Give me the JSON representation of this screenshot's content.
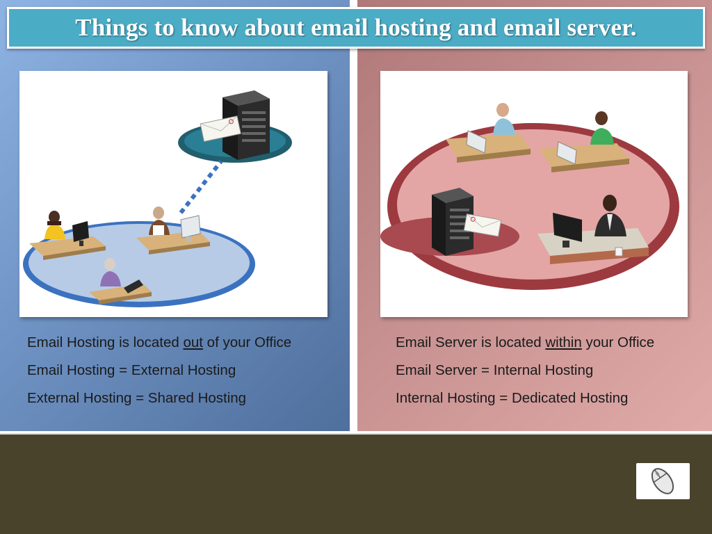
{
  "title": "Things to know about email hosting and email server.",
  "left": {
    "line1": {
      "before": "Email Hosting is located ",
      "emphasis": "out",
      "after": " of your Office"
    },
    "line2": "Email Hosting = External Hosting",
    "line3": "External Hosting = Shared Hosting"
  },
  "right": {
    "line1": {
      "before": "Email Server is located ",
      "emphasis": "within",
      "after": " your Office"
    },
    "line2": "Email Server = Internal Hosting",
    "line3": "Internal Hosting = Dedicated Hosting"
  },
  "icons": {
    "left_illustration": "external-hosting-network-illustration",
    "right_illustration": "internal-server-office-illustration",
    "navigation": "mouse-icon"
  },
  "colors": {
    "banner": "#4bacc6",
    "left_panel": "#6f93c4",
    "right_panel": "#c69090",
    "footer": "#4a432c",
    "network_ring_blue": "#3b72c0",
    "office_ring_red": "#9c3a40"
  }
}
